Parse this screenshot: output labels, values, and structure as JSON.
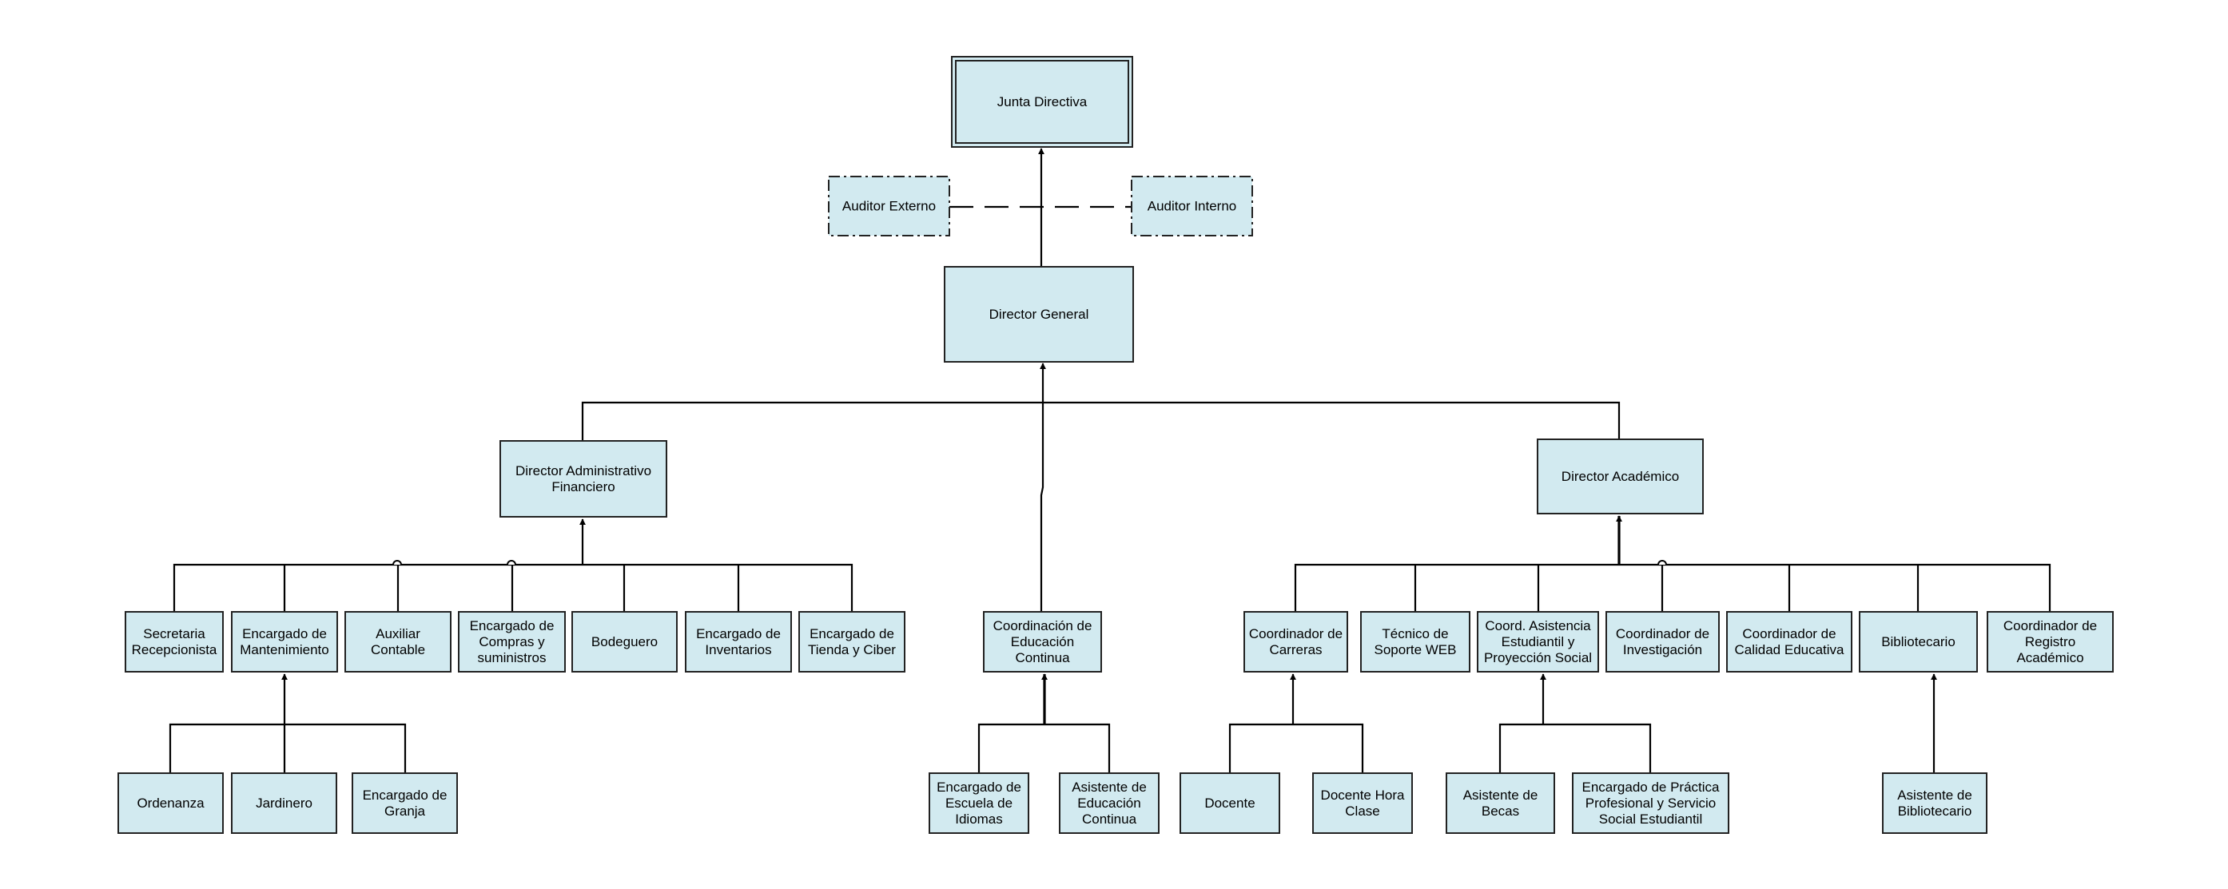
{
  "colors": {
    "box_fill": "#d2eaf0",
    "box_stroke": "#222222",
    "line": "#000000",
    "background": "#ffffff"
  },
  "nodes": {
    "junta": [
      "Junta Directiva"
    ],
    "auditor_externo": [
      "Auditor Externo"
    ],
    "auditor_interno": [
      "Auditor Interno"
    ],
    "director_general": [
      "Director General"
    ],
    "dir_admin": [
      "Director Administrativo",
      "Financiero"
    ],
    "dir_academico": [
      "Director Académico"
    ],
    "secretaria": [
      "Secretaria",
      "Recepcionista"
    ],
    "enc_mantenimiento": [
      "Encargado de",
      "Mantenimiento"
    ],
    "auxiliar_contable": [
      "Auxiliar",
      "Contable"
    ],
    "enc_compras": [
      "Encargado de",
      "Compras y",
      "suministros"
    ],
    "bodeguero": [
      "Bodeguero"
    ],
    "enc_inventarios": [
      "Encargado de",
      "Inventarios"
    ],
    "enc_tienda": [
      "Encargado de",
      "Tienda y Ciber"
    ],
    "ordenanza": [
      "Ordenanza"
    ],
    "jardinero": [
      "Jardinero"
    ],
    "enc_granja": [
      "Encargado de",
      "Granja"
    ],
    "coord_educacion": [
      "Coordinación de",
      "Educación",
      "Continua"
    ],
    "enc_idiomas": [
      "Encargado de",
      "Escuela de",
      "Idiomas"
    ],
    "asist_educacion": [
      "Asistente de",
      "Educación",
      "Continua"
    ],
    "coord_carreras": [
      "Coordinador de",
      "Carreras"
    ],
    "tecnico_web": [
      "Técnico de",
      "Soporte WEB"
    ],
    "coord_asistencia": [
      "Coord. Asistencia",
      "Estudiantil y",
      "Proyección Social"
    ],
    "coord_investigacion": [
      "Coordinador de",
      "Investigación"
    ],
    "coord_calidad": [
      "Coordinador de",
      "Calidad Educativa"
    ],
    "bibliotecario": [
      "Bibliotecario"
    ],
    "coord_registro": [
      "Coordinador de",
      "Registro",
      "Académico"
    ],
    "docente": [
      "Docente"
    ],
    "docente_hora": [
      "Docente Hora",
      "Clase"
    ],
    "asist_becas": [
      "Asistente de",
      "Becas"
    ],
    "enc_practica": [
      "Encargado de Práctica",
      "Profesional y Servicio",
      "Social Estudiantil"
    ],
    "asist_biblioteca": [
      "Asistente de",
      "Bibliotecario"
    ]
  }
}
